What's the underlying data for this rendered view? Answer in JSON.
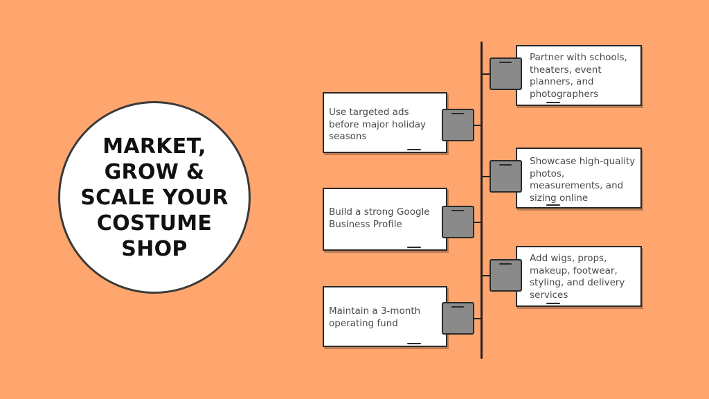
{
  "title": "MARKET,\nGROW &\nSCALE YOUR\nCOSTUME\nSHOP",
  "colors": {
    "background": "#FFA66E",
    "card": "#FFFFFF",
    "connector": "#8A8A8A",
    "outline": "#2A2A2A"
  },
  "left_items": [
    {
      "text": "Use targeted ads before major holiday seasons"
    },
    {
      "text": "Build a strong Google Business Profile"
    },
    {
      "text": "Maintain a 3-month operating fund"
    }
  ],
  "right_items": [
    {
      "text": "Partner with schools, theaters, event planners, and photographers"
    },
    {
      "text": "Showcase high-quality photos, measurements, and sizing online"
    },
    {
      "text": "Add wigs, props, makeup, footwear, styling, and delivery services"
    }
  ]
}
